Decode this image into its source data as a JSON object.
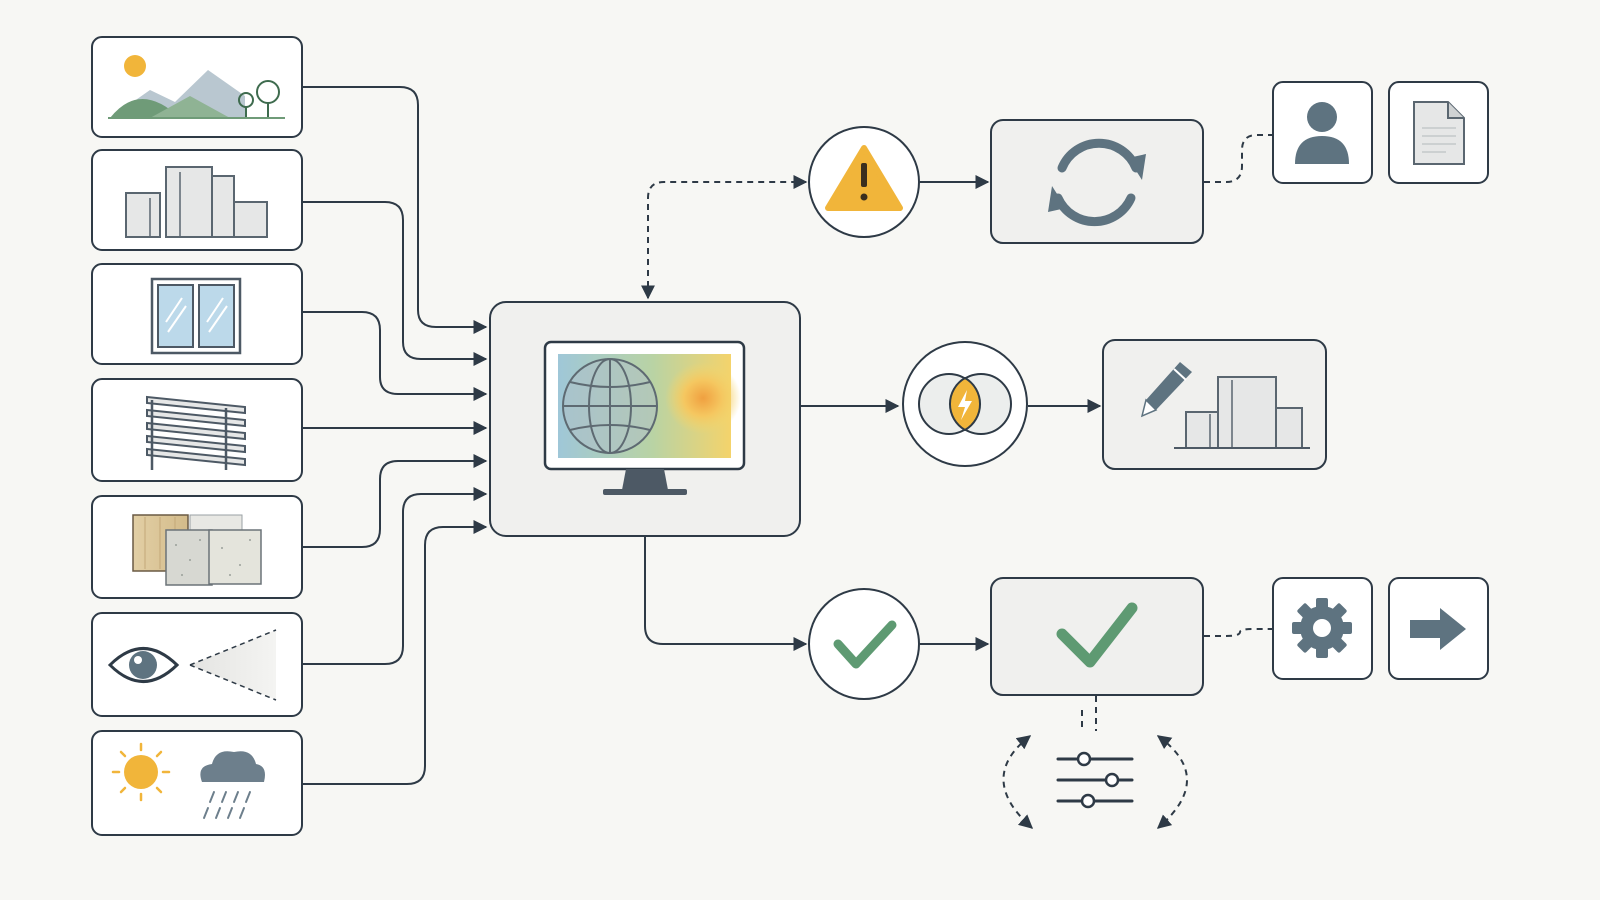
{
  "colors": {
    "stroke": "#2e3a46",
    "accent_sun": "#f1b53a",
    "accent_green": "#5e9a72",
    "accent_slate": "#5e7380",
    "panel_fill": "#f0f0ee",
    "glass_blue": "#bcd9ea"
  },
  "inputs": [
    {
      "id": "landscape",
      "icon": "landscape-icon"
    },
    {
      "id": "buildings",
      "icon": "buildings-icon"
    },
    {
      "id": "window",
      "icon": "window-icon"
    },
    {
      "id": "shading",
      "icon": "shading-louvers-icon"
    },
    {
      "id": "materials",
      "icon": "material-samples-icon"
    },
    {
      "id": "view",
      "icon": "eye-view-icon"
    },
    {
      "id": "weather",
      "icon": "weather-icon"
    }
  ],
  "central": {
    "icon": "monitor-heatmap-globe-icon"
  },
  "branches": {
    "top": {
      "decision": "warning-icon",
      "process": "refresh-cycle-icon",
      "outputs": [
        "user-icon",
        "document-icon"
      ]
    },
    "middle": {
      "decision": "overlap-lightning-icon",
      "process": "design-buildings-icon"
    },
    "bottom": {
      "decision": "check-circle-icon",
      "process": "approved-check-icon",
      "outputs": [
        "gear-icon",
        "arrow-right-icon"
      ],
      "feedback": "adjust-sliders-icon"
    }
  }
}
